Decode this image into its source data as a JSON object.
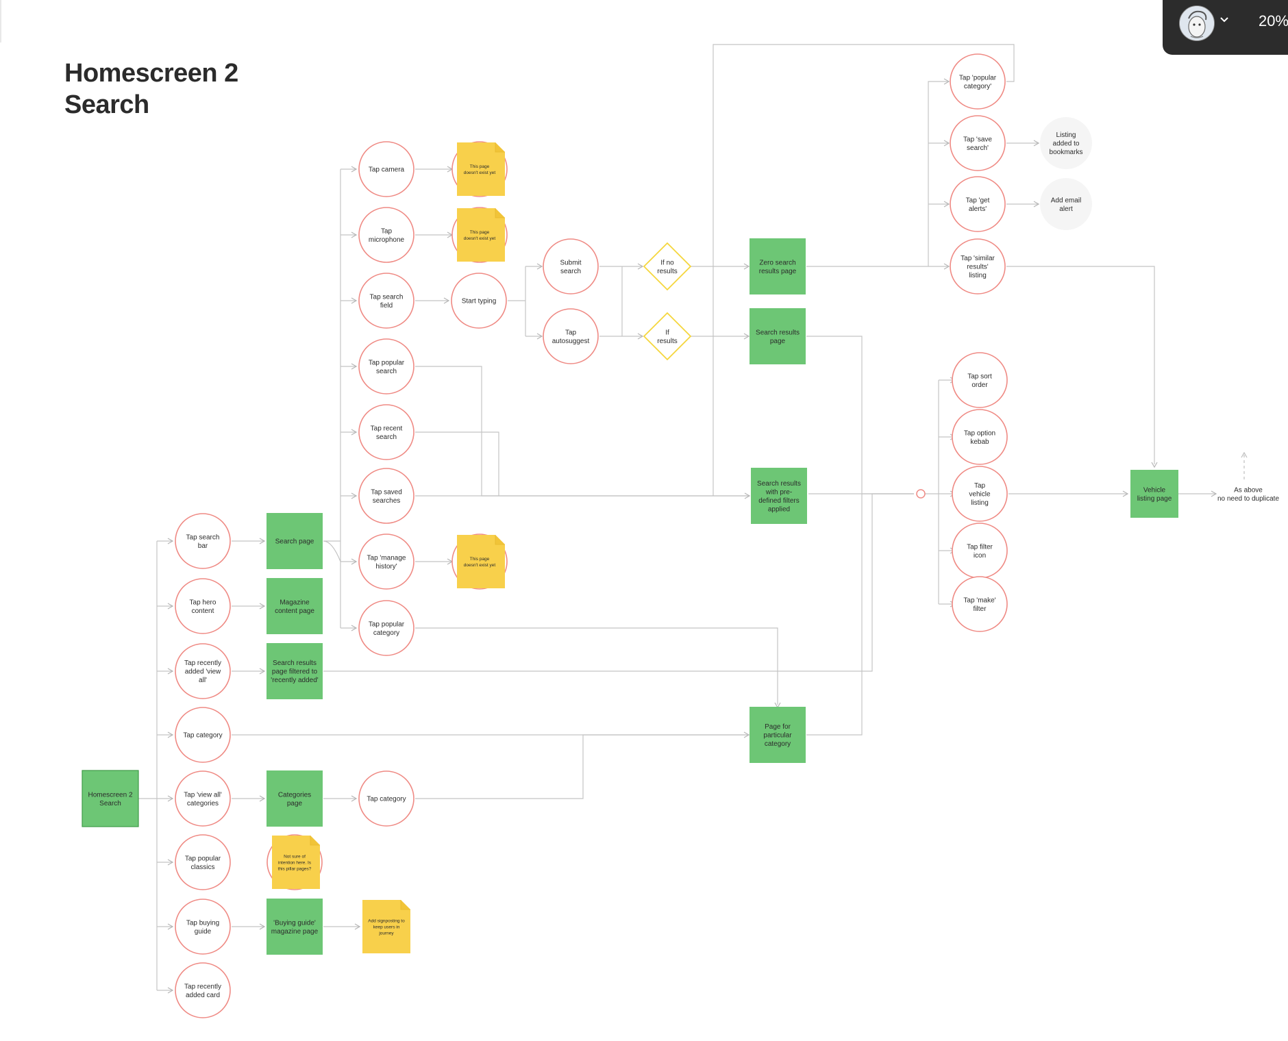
{
  "title": {
    "line1": "Homescreen 2",
    "line2": "Search"
  },
  "toolbar": {
    "zoom": "20%",
    "avatar_icon": "avatar-icon",
    "menu_icon": "chevron-down-icon"
  },
  "colors": {
    "circle_stroke": "#ef8a84",
    "green": "#6dc675",
    "sticky": "#f8d04b",
    "decision": "#f5d63c",
    "grey": "#f5f5f5",
    "line": "#c4c4c4"
  },
  "nodes": [
    {
      "id": "n-homescreen",
      "text": "Homescreen 2\nSearch",
      "type": "page"
    },
    {
      "id": "n-tap-search-bar",
      "text": "Tap search\nbar",
      "type": "action"
    },
    {
      "id": "n-tap-hero",
      "text": "Tap hero\ncontent",
      "type": "action"
    },
    {
      "id": "n-tap-recently-view-all",
      "text": "Tap recently\nadded 'view\nall'",
      "type": "action"
    },
    {
      "id": "n-tap-category-1",
      "text": "Tap category",
      "type": "action"
    },
    {
      "id": "n-tap-view-all-categories",
      "text": "Tap 'view all'\ncategories",
      "type": "action"
    },
    {
      "id": "n-tap-popular-classics",
      "text": "Tap popular\nclassics",
      "type": "action"
    },
    {
      "id": "n-tap-buying-guide",
      "text": "Tap buying\nguide",
      "type": "action"
    },
    {
      "id": "n-tap-recently-card",
      "text": "Tap recently\nadded card",
      "type": "action"
    },
    {
      "id": "n-search-page",
      "text": "Search page",
      "type": "page"
    },
    {
      "id": "n-magazine-page",
      "text": "Magazine\ncontent page",
      "type": "page"
    },
    {
      "id": "n-results-recently",
      "text": "Search results\npage filtered to\n'recently added'",
      "type": "page"
    },
    {
      "id": "n-categories-page",
      "text": "Categories\npage",
      "type": "page"
    },
    {
      "id": "n-buying-guide-page",
      "text": "'Buying guide'\nmagazine page",
      "type": "page"
    },
    {
      "id": "n-sticky-classics",
      "text": "Not sure of\nintention here. Is\nthis pillar pages?",
      "type": "sticky"
    },
    {
      "id": "n-sticky-signposting",
      "text": "Add signposting to\nkeep users in\njourney",
      "type": "sticky"
    },
    {
      "id": "n-tap-camera",
      "text": "Tap camera",
      "type": "action"
    },
    {
      "id": "n-tap-microphone",
      "text": "Tap\nmicrophone",
      "type": "action"
    },
    {
      "id": "n-tap-search-field",
      "text": "Tap search\nfield",
      "type": "action"
    },
    {
      "id": "n-tap-popular-search",
      "text": "Tap popular\nsearch",
      "type": "action"
    },
    {
      "id": "n-tap-recent-search",
      "text": "Tap recent\nsearch",
      "type": "action"
    },
    {
      "id": "n-tap-saved-searches",
      "text": "Tap saved\nsearches",
      "type": "action"
    },
    {
      "id": "n-tap-manage-history",
      "text": "Tap 'manage\nhistory'",
      "type": "action"
    },
    {
      "id": "n-tap-popular-category-2",
      "text": "Tap popular\ncategory",
      "type": "action"
    },
    {
      "id": "n-tap-category-2",
      "text": "Tap category",
      "type": "action"
    },
    {
      "id": "n-sticky-camera",
      "text": "This page\ndoesn't exist yet",
      "type": "sticky"
    },
    {
      "id": "n-sticky-microphone",
      "text": "This page\ndoesn't exist yet",
      "type": "sticky"
    },
    {
      "id": "n-sticky-history",
      "text": "This page\ndoesn't exist yet",
      "type": "sticky"
    },
    {
      "id": "n-start-typing",
      "text": "Start typing",
      "type": "action"
    },
    {
      "id": "n-submit-search",
      "text": "Submit\nsearch",
      "type": "action"
    },
    {
      "id": "n-tap-autosuggest",
      "text": "Tap\nautosuggest",
      "type": "action"
    },
    {
      "id": "n-if-no-results",
      "text": "If no\nresults",
      "type": "decision"
    },
    {
      "id": "n-if-results",
      "text": "If\nresults",
      "type": "decision"
    },
    {
      "id": "n-zero-results-page",
      "text": "Zero search\nresults page",
      "type": "page"
    },
    {
      "id": "n-search-results-page",
      "text": "Search results\npage",
      "type": "page"
    },
    {
      "id": "n-results-predefined",
      "text": "Search results\nwith pre-\ndefined filters\napplied",
      "type": "page"
    },
    {
      "id": "n-category-page",
      "text": "Page for\nparticular\ncategory",
      "type": "page"
    },
    {
      "id": "n-tap-popular-category-3",
      "text": "Tap 'popular\ncategory'",
      "type": "action"
    },
    {
      "id": "n-tap-save-search",
      "text": "Tap 'save\nsearch'",
      "type": "action"
    },
    {
      "id": "n-tap-get-alerts",
      "text": "Tap 'get\nalerts'",
      "type": "action"
    },
    {
      "id": "n-tap-similar-results",
      "text": "Tap 'similar\nresults'\nlisting",
      "type": "action"
    },
    {
      "id": "n-listing-bookmarks",
      "text": "Listing\nadded to\nbookmarks",
      "type": "outcome"
    },
    {
      "id": "n-email-alert",
      "text": "Add email\nalert",
      "type": "outcome"
    },
    {
      "id": "n-tap-sort-order",
      "text": "Tap sort\norder",
      "type": "action"
    },
    {
      "id": "n-tap-option-kebab",
      "text": "Tap option\nkebab",
      "type": "action"
    },
    {
      "id": "n-tap-vehicle-listing",
      "text": "Tap\nvehicle\nlisting",
      "type": "action"
    },
    {
      "id": "n-tap-filter-icon",
      "text": "Tap filter\nicon",
      "type": "action"
    },
    {
      "id": "n-tap-make-filter",
      "text": "Tap 'make'\nfilter",
      "type": "action"
    },
    {
      "id": "n-vehicle-page",
      "text": "Vehicle\nlisting page",
      "type": "page"
    },
    {
      "id": "n-as-above",
      "text": "As above\nno need to duplicate",
      "type": "label"
    }
  ]
}
